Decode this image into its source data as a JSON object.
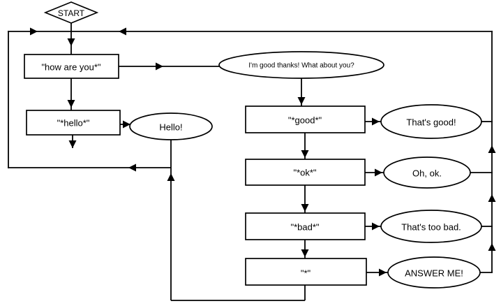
{
  "diagram": {
    "type": "flowchart",
    "background": "#ffffff",
    "stroke_color": "#000000",
    "shape_fill": "#ffffff",
    "nodes": {
      "start": "START",
      "how_are_you": "\"how are you*\"",
      "hello": "\"*hello*\"",
      "hello_response": "Hello!",
      "greeting_response": "I'm good thanks! What about you?",
      "patterns": [
        {
          "label": "\"*good*\"",
          "response": "That's good!"
        },
        {
          "label": "\"*ok*\"",
          "response": "Oh, ok."
        },
        {
          "label": "\"*bad*\"",
          "response": "That's too bad."
        },
        {
          "label": "\"*\"",
          "response": "ANSWER ME!"
        }
      ]
    }
  }
}
